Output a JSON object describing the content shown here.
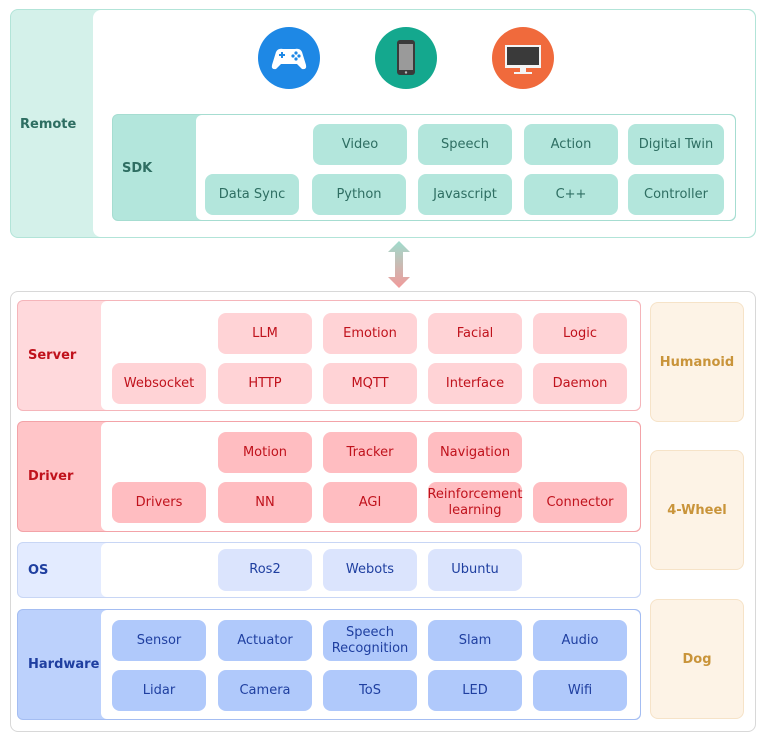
{
  "remote": {
    "label": "Remote",
    "sdk": {
      "label": "SDK",
      "row1": [
        "Video",
        "Speech",
        "Action",
        "Digital Twin"
      ],
      "row2": [
        "Data Sync",
        "Python",
        "Javascript",
        "C++",
        "Controller"
      ]
    },
    "icons": [
      "gamepad-icon",
      "phone-icon",
      "monitor-icon"
    ]
  },
  "server": {
    "label": "Server",
    "row1": [
      "LLM",
      "Emotion",
      "Facial",
      "Logic"
    ],
    "row2": [
      "Websocket",
      "HTTP",
      "MQTT",
      "Interface",
      "Daemon"
    ]
  },
  "driver": {
    "label": "Driver",
    "row1": [
      "Motion",
      "Tracker",
      "Navigation"
    ],
    "row2": [
      "Drivers",
      "NN",
      "AGI",
      "Reinforcement learning",
      "Connector"
    ]
  },
  "os": {
    "label": "OS",
    "row1": [
      "Ros2",
      "Webots",
      "Ubuntu"
    ]
  },
  "hardware": {
    "label": "Hardware",
    "row1": [
      "Sensor",
      "Actuator",
      "Speech Recognition",
      "Slam",
      "Audio"
    ],
    "row2": [
      "Lidar",
      "Camera",
      "ToS",
      "LED",
      "Wifi"
    ]
  },
  "robots": [
    "Humanoid",
    "4-Wheel",
    "Dog"
  ],
  "colors": {
    "remote_bg": "#d4f1ea",
    "remote_border": "#b2e4d8",
    "remote_text": "#2e6e62",
    "remote_chip": "#b3e6dc",
    "server_bg": "#ffd9dc",
    "server_border": "#f5b5ba",
    "server_text": "#c0121c",
    "server_chip": "#ffd3d6",
    "driver_bg": "#ffc5c8",
    "driver_border": "#f3a3a8",
    "driver_text": "#c0121c",
    "driver_chip": "#ffbdc1",
    "os_bg": "#e3ebff",
    "os_border": "#c8d6f5",
    "os_text": "#1f3fa0",
    "os_chip": "#dbe4fd",
    "hw_bg": "#bcd1fc",
    "hw_border": "#a4bdf2",
    "hw_text": "#1f3fa0",
    "hw_chip": "#b0c9fb",
    "robot_bg": "#fdf3e6",
    "robot_border": "#f6e3c8",
    "robot_text": "#c9943a",
    "gamepad": "#1e88e5",
    "phone": "#14a88e",
    "monitor": "#f06a3c"
  }
}
